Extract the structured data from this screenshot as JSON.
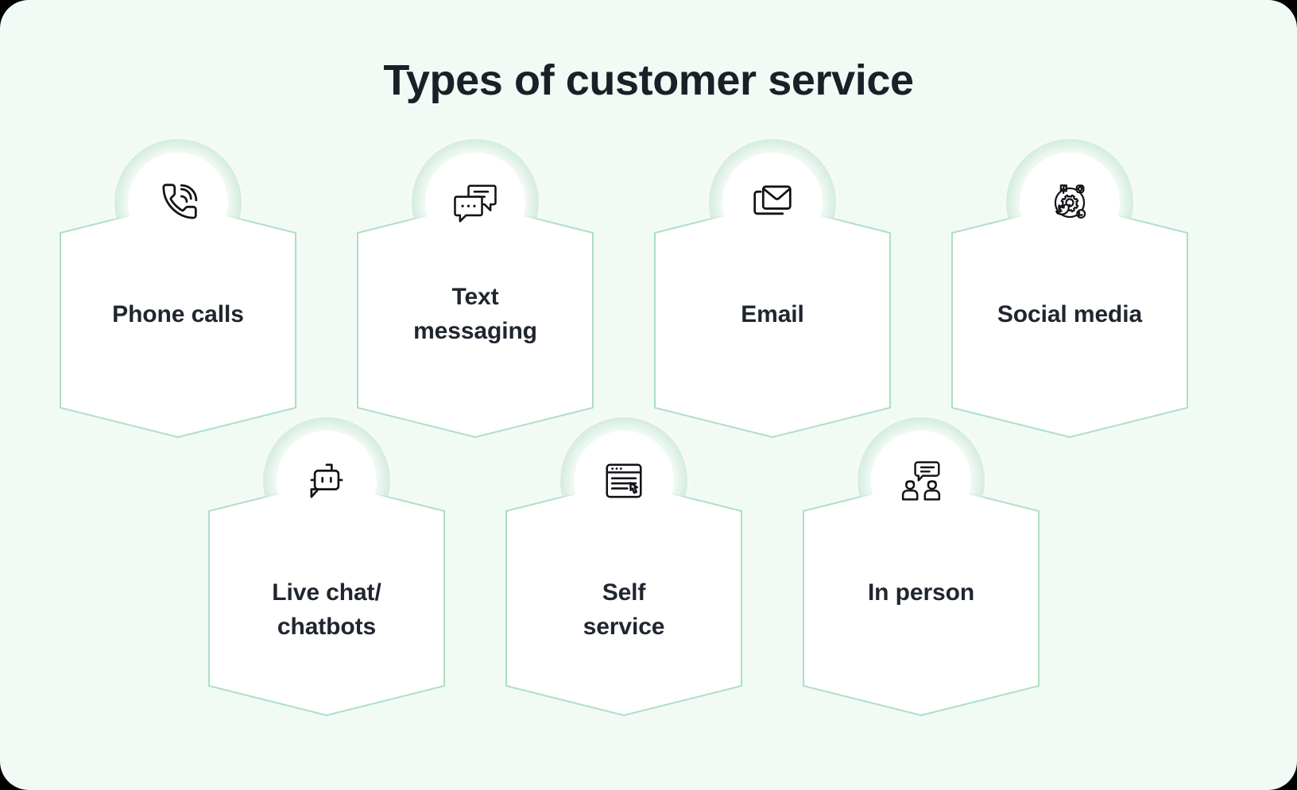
{
  "page": {
    "title": "Types of customer service",
    "background_color": "#f2faf5",
    "title_color": "#1b2028",
    "hex_border_color": "#aedfc3",
    "hex_fill_color": "#ffffff",
    "halo_color": "#c9e8d5",
    "badge_color": "#ffffff",
    "icon_stroke_color": "#111418",
    "label_color": "#20262f"
  },
  "items": [
    {
      "id": "phone-calls",
      "label_line1": "Phone calls",
      "label_line2": "",
      "icon": "phone-call-icon",
      "row": 1,
      "column": 1
    },
    {
      "id": "text-messaging",
      "label_line1": "Text",
      "label_line2": "messaging",
      "icon": "chat-bubbles-icon",
      "row": 1,
      "column": 2
    },
    {
      "id": "email",
      "label_line1": "Email",
      "label_line2": "",
      "icon": "envelope-icon",
      "row": 1,
      "column": 3
    },
    {
      "id": "social-media",
      "label_line1": "Social media",
      "label_line2": "",
      "icon": "social-network-gear-icon",
      "row": 1,
      "column": 4
    },
    {
      "id": "live-chat-chatbots",
      "label_line1": "Live chat/",
      "label_line2": "chatbots",
      "icon": "chatbot-icon",
      "row": 2,
      "column": 1
    },
    {
      "id": "self-service",
      "label_line1": "Self",
      "label_line2": "service",
      "icon": "browser-click-icon",
      "row": 2,
      "column": 2
    },
    {
      "id": "in-person",
      "label_line1": "In person",
      "label_line2": "",
      "icon": "two-people-talking-icon",
      "row": 2,
      "column": 3
    }
  ]
}
